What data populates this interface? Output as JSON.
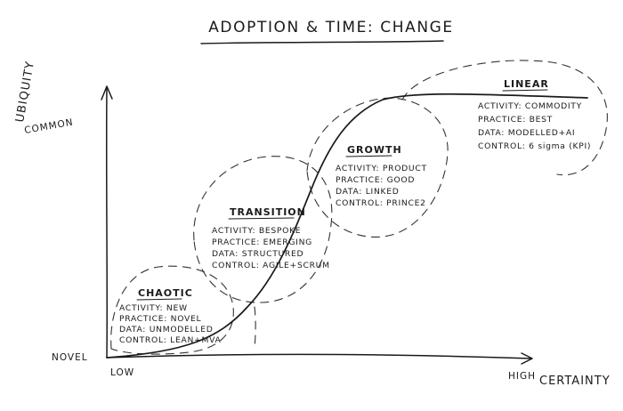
{
  "title": "ADOPTION & TIME: CHANGE",
  "axes": {
    "y_title": "UBIQUITY",
    "y_high": "COMMON",
    "y_low": "NOVEL",
    "x_low": "LOW",
    "x_high": "HIGH",
    "x_title": "CERTAINTY"
  },
  "stages": [
    {
      "name": "CHAOTIC",
      "lines": [
        "ACTIVITY: NEW",
        "PRACTICE: NOVEL",
        "DATA: UNMODELLED",
        "CONTROL: LEAN+MVA"
      ]
    },
    {
      "name": "TRANSITION",
      "lines": [
        "ACTIVITY: BESPOKE",
        "PRACTICE: EMERGING",
        "DATA: STRUCTURED",
        "CONTROL: AGILE+SCRUM"
      ]
    },
    {
      "name": "GROWTH",
      "lines": [
        "ACTIVITY: PRODUCT",
        "PRACTICE: GOOD",
        "DATA: LINKED",
        "CONTROL: PRINCE2"
      ]
    },
    {
      "name": "LINEAR",
      "lines": [
        "ACTIVITY: COMMODITY",
        "PRACTICE: BEST",
        "DATA: MODELLED+AI",
        "CONTROL: 6 sigma (KPI)"
      ]
    }
  ],
  "colors": {
    "ink": "#1a1a1a",
    "background": "#ffffff"
  }
}
